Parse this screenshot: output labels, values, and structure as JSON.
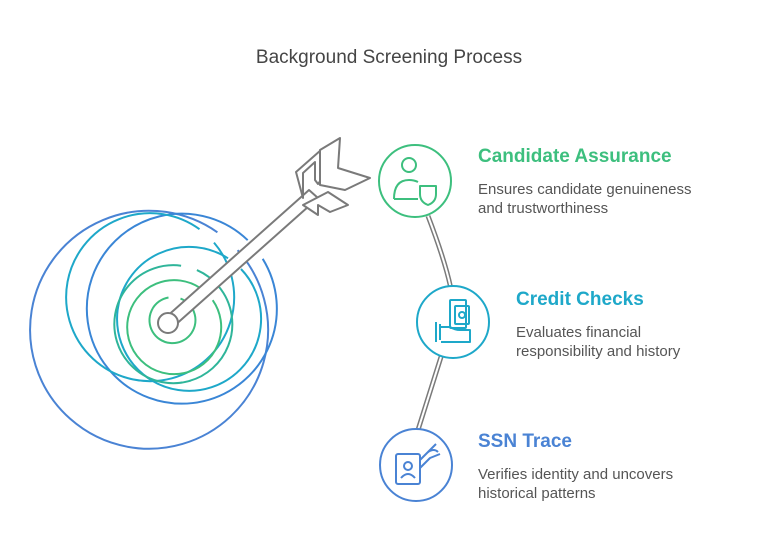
{
  "title": "Background Screening Process",
  "colors": {
    "green": "#3dbf7e",
    "teal": "#1ea8c9",
    "blue": "#4a83d4",
    "arrow": "#7a7a7a"
  },
  "items": [
    {
      "title": "Candidate Assurance",
      "description_lines": [
        "Ensures candidate genuineness",
        "and trustworthiness"
      ],
      "icon": "user-shield-icon",
      "color": "#3dbf7e"
    },
    {
      "title": "Credit Checks",
      "description_lines": [
        "Evaluates financial",
        "responsibility and history"
      ],
      "icon": "hand-cash-icon",
      "color": "#1ea8c9"
    },
    {
      "title": "SSN Trace",
      "description_lines": [
        "Verifies identity and uncovers",
        "historical patterns"
      ],
      "icon": "id-card-hand-icon",
      "color": "#4a83d4"
    }
  ]
}
